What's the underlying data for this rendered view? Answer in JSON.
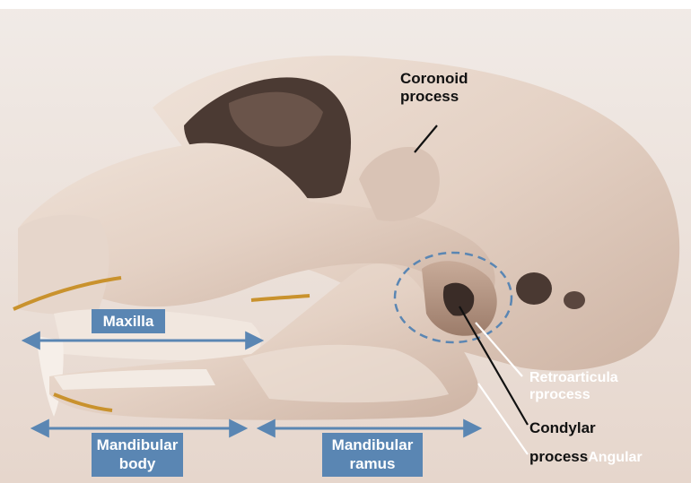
{
  "labels": {
    "coronoid_line1": "Coronoid",
    "coronoid_line2": "process",
    "maxilla": "Maxilla",
    "retroarticular_line1": "Retroarticula",
    "retroarticular_line2": "rprocess",
    "condylar_line1": "Condylar",
    "condylar_line2": "process",
    "angular": "Angular",
    "mandibular_body_line1": "Mandibular",
    "mandibular_body_line2": "body",
    "mandibular_ramus_line1": "Mandibular",
    "mandibular_ramus_line2": "ramus"
  },
  "colors": {
    "box_fill": "#5a86b3",
    "arrow": "#5a86b3",
    "dashed_circle": "#5a86b3",
    "bone": "#e3d2c6",
    "background": "#eee6e1",
    "leader_dark": "#111111",
    "leader_light": "#ffffff"
  }
}
